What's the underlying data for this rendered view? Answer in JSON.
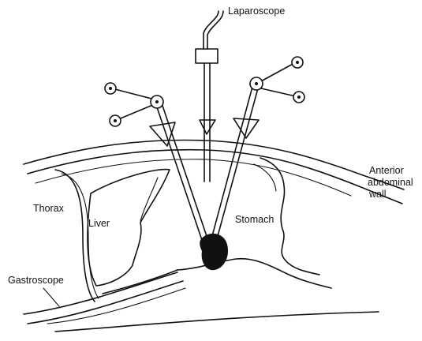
{
  "labels": {
    "laparoscope": "Laparoscope",
    "anterior_wall_line1": "Anterior",
    "anterior_wall_line2": "abdominal",
    "anterior_wall_line3": "wall",
    "thorax": "Thorax",
    "liver": "Liver",
    "stomach": "Stomach",
    "gastroscope": "Gastroscope"
  }
}
